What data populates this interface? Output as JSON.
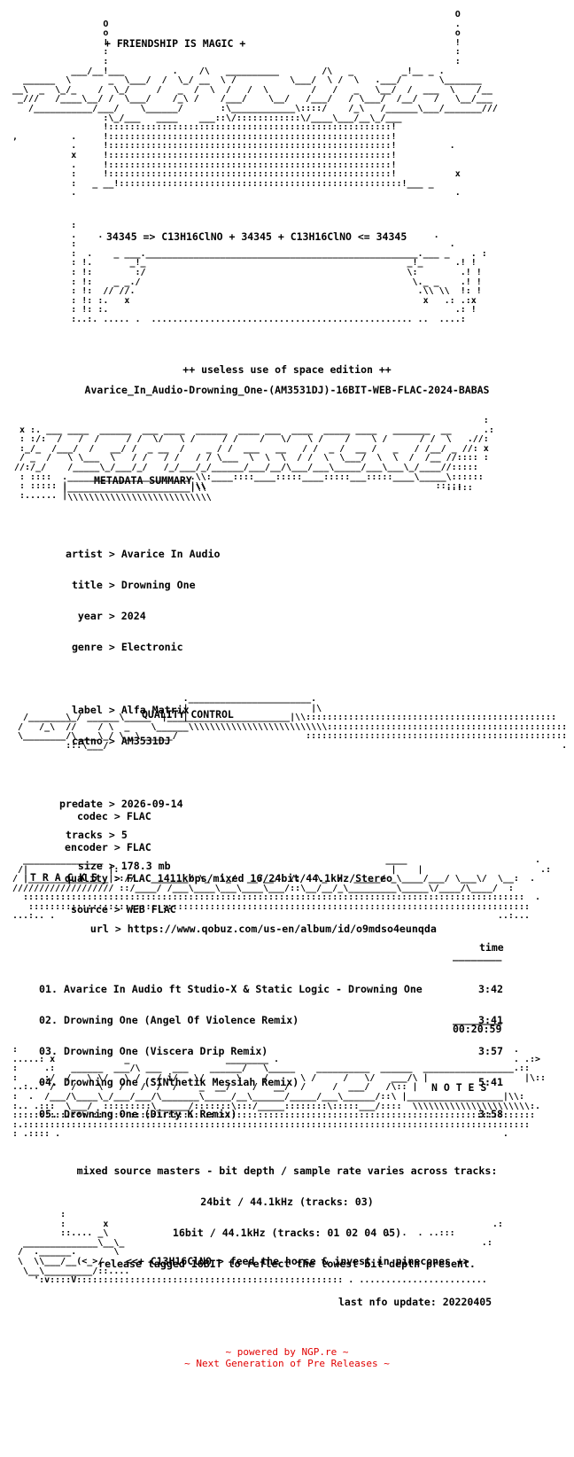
{
  "header": {
    "tagline": "+ FRIENDSHIP IS MAGIC +",
    "formula": "34345 => C13H16ClNO + 34345 + C13H16ClNO <= 34345",
    "edition": "++ useless use of space edition ++",
    "release": "Avarice_In_Audio-Drowning_One-(AM3531DJ)-16BIT-WEB-FLAC-2024-BABAS"
  },
  "sections": {
    "metadata": "METADATA SUMMARY",
    "quality": "QUALITY CONTROL",
    "tracks": "T R A C K S",
    "notes": "N O T E S"
  },
  "metadata": [
    {
      "k": "artist",
      "v": "Avarice In Audio"
    },
    {
      "k": "title",
      "v": "Drowning One"
    },
    {
      "k": "year",
      "v": "2024"
    },
    {
      "k": "genre",
      "v": "Electronic"
    },
    {
      "k": "label",
      "v": "Alfa Matrix"
    },
    {
      "k": "catno",
      "v": "AM3531DJ"
    },
    {
      "k": "predate",
      "v": "2026-09-14"
    },
    {
      "k": "tracks",
      "v": "5"
    },
    {
      "k": "size",
      "v": "178.3 mb"
    },
    {
      "k": "url",
      "v": "https://www.qobuz.com/us-en/album/id/o9mdso4eunqda"
    }
  ],
  "quality": [
    {
      "k": "codec",
      "v": "FLAC"
    },
    {
      "k": "encoder",
      "v": "FLAC"
    },
    {
      "k": "quality",
      "v": "FLAC 1411kbps/mixed 16/24bit/44.1kHz/Stereo"
    },
    {
      "k": "source",
      "v": "WEB FLAC"
    }
  ],
  "tracklist": {
    "time_header": "time",
    "items": [
      {
        "n": "01.",
        "t": "Avarice In Audio ft Studio-X & Static Logic - Drowning One",
        "d": "3:42"
      },
      {
        "n": "02.",
        "t": "Drowning One (Angel Of Violence Remix)",
        "d": "3:41"
      },
      {
        "n": "03.",
        "t": "Drowning One (Viscera Drip Remix)",
        "d": "3:57"
      },
      {
        "n": "04.",
        "t": "Drowning One (SINthetik Messiah Remix)",
        "d": "5:41"
      },
      {
        "n": "05.",
        "t": "Drowning One (Dirty K Remix)",
        "d": "3:58"
      }
    ],
    "total": "00:20:59"
  },
  "notes": [
    "mixed source masters - bit depth / sample rate varies across tracks:",
    "24bit / 44.1kHz (tracks: 03)",
    "16bit / 44.1kHz (tracks: 01 02 04 05)",
    "release tagged 16BIT to reflect the lowest bit depth present."
  ],
  "footer": {
    "slogan": "<<+ C13H16ClNO > feed the horse & invest in pinecones +>",
    "update": "last nfo update: 20220405",
    "powered": "~ powered by NGP.re ~",
    "ngp": "~ Next Generation of Pre Releases ~"
  }
}
